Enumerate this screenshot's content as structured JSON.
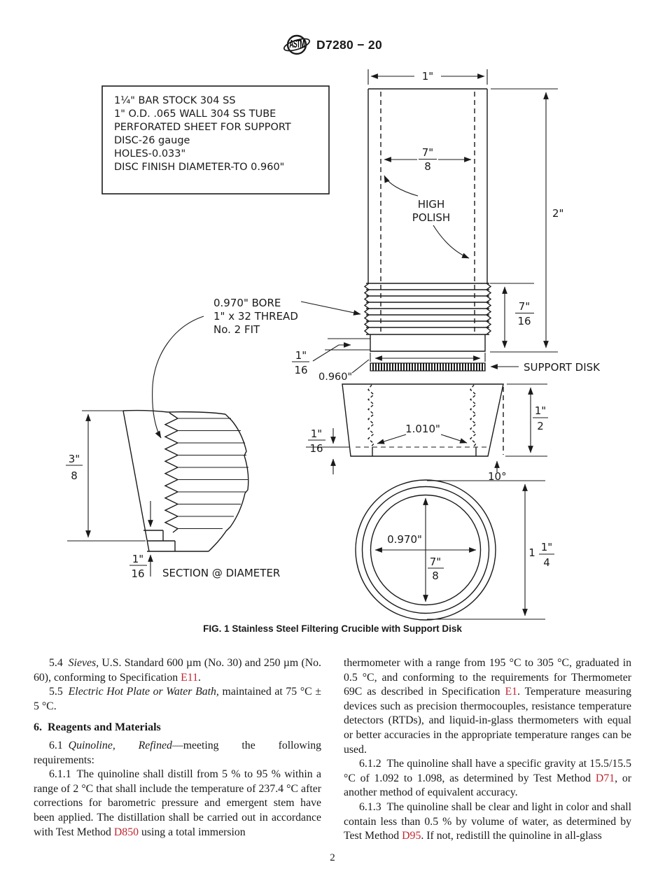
{
  "header": {
    "logo_text": "ASTM",
    "doc_number": "D7280 − 20"
  },
  "colors": {
    "ink": "#1a1a1a",
    "link": "#c02730"
  },
  "figure": {
    "spec_box": [
      "1¼\" BAR STOCK 304 SS",
      "1\" O.D. .065 WALL 304 SS TUBE",
      "PERFORATED SHEET FOR SUPPORT",
      "DISC-26 gauge",
      "HOLES-0.033\"",
      "DISC FINISH DIAMETER-TO 0.960\""
    ],
    "labels": {
      "d_top": "1\"",
      "d_height": "2\"",
      "f_bowl_n": "7\"",
      "f_bowl_d": "8",
      "polish1": "HIGH",
      "polish2": "POLISH",
      "f_thread_n": "7\"",
      "f_thread_d": "16",
      "callout1": "0.970\" BORE",
      "callout2": "1\" x 32 THREAD",
      "callout3": "No. 2 FIT",
      "f_lip_n": "1\"",
      "f_lip_d": "16",
      "d_disk_od": "0.960\"",
      "support_disk": "SUPPORT DISK",
      "d_disk_bore": "1.010\"",
      "f_disk_step_n": "1\"",
      "f_disk_step_d": "16",
      "f_disk_h_n": "1\"",
      "f_disk_h_d": "2",
      "d_angle": "10°",
      "f_sec_n": "3\"",
      "f_sec_d": "8",
      "f_sec2_n": "1\"",
      "f_sec2_d": "16",
      "section_label": "SECTION @ DIAMETER",
      "d_circle_bore": "0.970\"",
      "f_circle_n": "7\"",
      "f_circle_d": "8",
      "d_circle_whole": "1",
      "f_circle_od_n": "1\"",
      "f_circle_od_d": "4"
    },
    "caption": "FIG. 1 Stainless Steel Filtering Crucible with Support Disk"
  },
  "content": {
    "left": [
      {
        "indent": true,
        "segments": [
          {
            "t": "5.4 "
          },
          {
            "t": "Sieves,",
            "i": true
          },
          {
            "t": " U.S. Standard 600 µm (No. 30) and 250 µm (No. 60), conforming to Specification "
          },
          {
            "t": "E11",
            "link": true
          },
          {
            "t": "."
          }
        ]
      },
      {
        "indent": true,
        "segments": [
          {
            "t": "5.5 "
          },
          {
            "t": "Electric Hot Plate or Water Bath,",
            "i": true
          },
          {
            "t": " maintained at 75 °C ± 5 °C."
          }
        ]
      },
      {
        "heading": true,
        "segments": [
          {
            "t": "6. Reagents and Materials"
          }
        ]
      },
      {
        "indent": true,
        "segments": [
          {
            "t": "6.1 "
          },
          {
            "t": "Quinoline, Refined",
            "i": true
          },
          {
            "t": "—meeting the following requirements:"
          }
        ]
      },
      {
        "indent": true,
        "segments": [
          {
            "t": "6.1.1 The quinoline shall distill from 5 % to 95 % within a range of 2 °C that shall include the temperature of 237.4 °C after corrections for barometric pressure and emergent stem have been applied. The distillation shall be carried out in accordance with Test Method "
          },
          {
            "t": "D850",
            "link": true
          },
          {
            "t": " using a total immersion"
          }
        ]
      }
    ],
    "right": [
      {
        "segments": [
          {
            "t": "thermometer with a range from 195 °C to 305 °C, graduated in 0.5 °C, and conforming to the requirements for Thermometer 69C as described in Specification "
          },
          {
            "t": "E1",
            "link": true
          },
          {
            "t": ". Temperature measuring devices such as precision thermocouples, resistance temperature detectors (RTDs), and liquid-in-glass thermometers with equal or better accuracies in the appropriate temperature ranges can be used."
          }
        ]
      },
      {
        "indent": true,
        "segments": [
          {
            "t": "6.1.2 The quinoline shall have a specific gravity at 15.5/15.5 °C of 1.092 to 1.098, as determined by Test Method "
          },
          {
            "t": "D71",
            "link": true
          },
          {
            "t": ", or another method of equivalent accuracy."
          }
        ]
      },
      {
        "indent": true,
        "segments": [
          {
            "t": "6.1.3 The quinoline shall be clear and light in color and shall contain less than 0.5 % by volume of water, as determined by Test Method "
          },
          {
            "t": "D95",
            "link": true
          },
          {
            "t": ". If not, redistill the quinoline in all-glass"
          }
        ]
      }
    ]
  },
  "page": {
    "number": "2"
  }
}
